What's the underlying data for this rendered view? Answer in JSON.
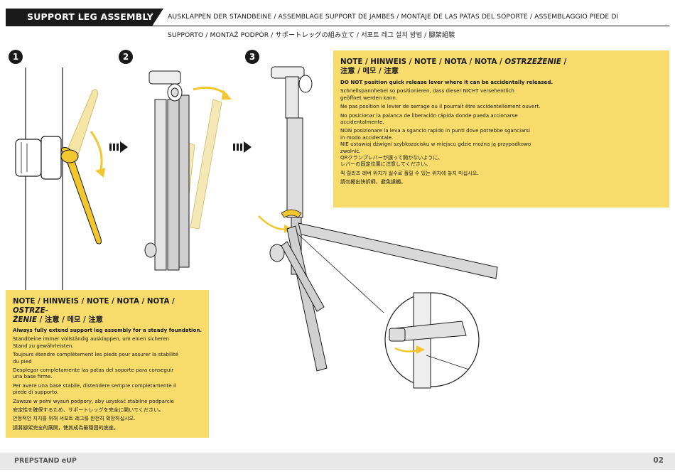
{
  "header": {
    "title": "SUPPORT LEG ASSEMBLY",
    "subtitle_line1": "AUSKLAPPEN DER STANDBEINE / ASSEMBLAGE SUPPORT DE JAMBES / MONTAJE DE LAS PATAS DEL SOPORTE / ASSEMBLAGGIO PIEDE DI",
    "subtitle_line2": "SUPPORTO / MONTAŻ PODPÓR / サポートレッグの組み立て / 서포트 레그 설치 방법 / 腳架組裝"
  },
  "steps": [
    "1",
    "2",
    "3"
  ],
  "note_right": {
    "title_line1": "NOTE / HINWEIS / NOTE / NOTA / NOTA / ",
    "title_line1_italic": "OSTRZEŻENIE",
    "title_line1_end": " /",
    "title_line2": "注意 / 메모 / 注意",
    "lines": [
      {
        "bold": "DO NOT",
        "text": " position quick release lever where it can be accidentally released."
      },
      {
        "bold": "",
        "text": "Schnellspannhebel so positionieren, dass dieser NICHT versehentlich"
      },
      {
        "bold": "",
        "text": "geöffnet werden kann."
      },
      {
        "bold": "",
        "text": "Ne pas position le levier de serrage ou il pourrait être accidentellement ouvert."
      },
      {
        "bold": "",
        "text": "No posicionar la palanca de liberación rápida donde pueda accionarse"
      },
      {
        "bold": "",
        "text": "accidentalmente."
      },
      {
        "bold": "",
        "text": "NON posizionare la leva a sgancio rapido in punti dove potrebbe sganciarsi"
      },
      {
        "bold": "",
        "text": "in modo accidentale."
      },
      {
        "bold": "",
        "text": "NIE ustawiaj dźwigni szybkozacisku w miejscu gdzie można ją przypadkowo"
      },
      {
        "bold": "",
        "text": "zwolnić."
      },
      {
        "bold": "",
        "text": "QRクランプレバーが誤って開かないように、"
      },
      {
        "bold": "",
        "text": "レバーの固定位置に注意してください。"
      },
      {
        "bold": "",
        "text": "퀵 릴리즈 레버 위치가 실수로 풀릴 수 있는 위치에 놓지 마십시오."
      },
      {
        "bold": "",
        "text": "請勿擺出快拆柄，避免誤觸。"
      }
    ]
  },
  "note_left": {
    "title_line1": "NOTE / HINWEIS / NOTE / NOTA / NOTA / ",
    "title_line1_italic": "OSTRZE-",
    "title_line2_italic": "ŻENIE",
    "title_line2": " / 注意 / 메모 / 注意",
    "lines": [
      "Always fully extend support leg assembly for a steady foundation.",
      "Standbeine immer vollständig ausklappen, um einen sicheren",
      "Stand zu gewährleisten.",
      "Toujours étendre complètement les pieds pour assurer la stabilité",
      "du pied",
      "Desplegar completamente las patas del soporte para conseguir",
      "una base firme.",
      "Per avere una base stabile, distendere sempre completamente il",
      "piede di supporto.",
      "Zawsze w pełni wysuń podpory, aby uzyskać stabilne podparcie",
      "安定性を確保するため、サポートレッグを完全に開いてください。",
      "안정적인 지지를 위해 서포트 레그를 완전히 확장하십시오.",
      "請將腳架完全的展開，使其成為最穩固的底座。"
    ]
  },
  "footer": {
    "product": "PREPSTAND eUP",
    "page": "02"
  },
  "colors": {
    "accent_yellow": "#f7dc6b",
    "lever_yellow": "#f2c62d",
    "dark": "#1a1a1a"
  }
}
